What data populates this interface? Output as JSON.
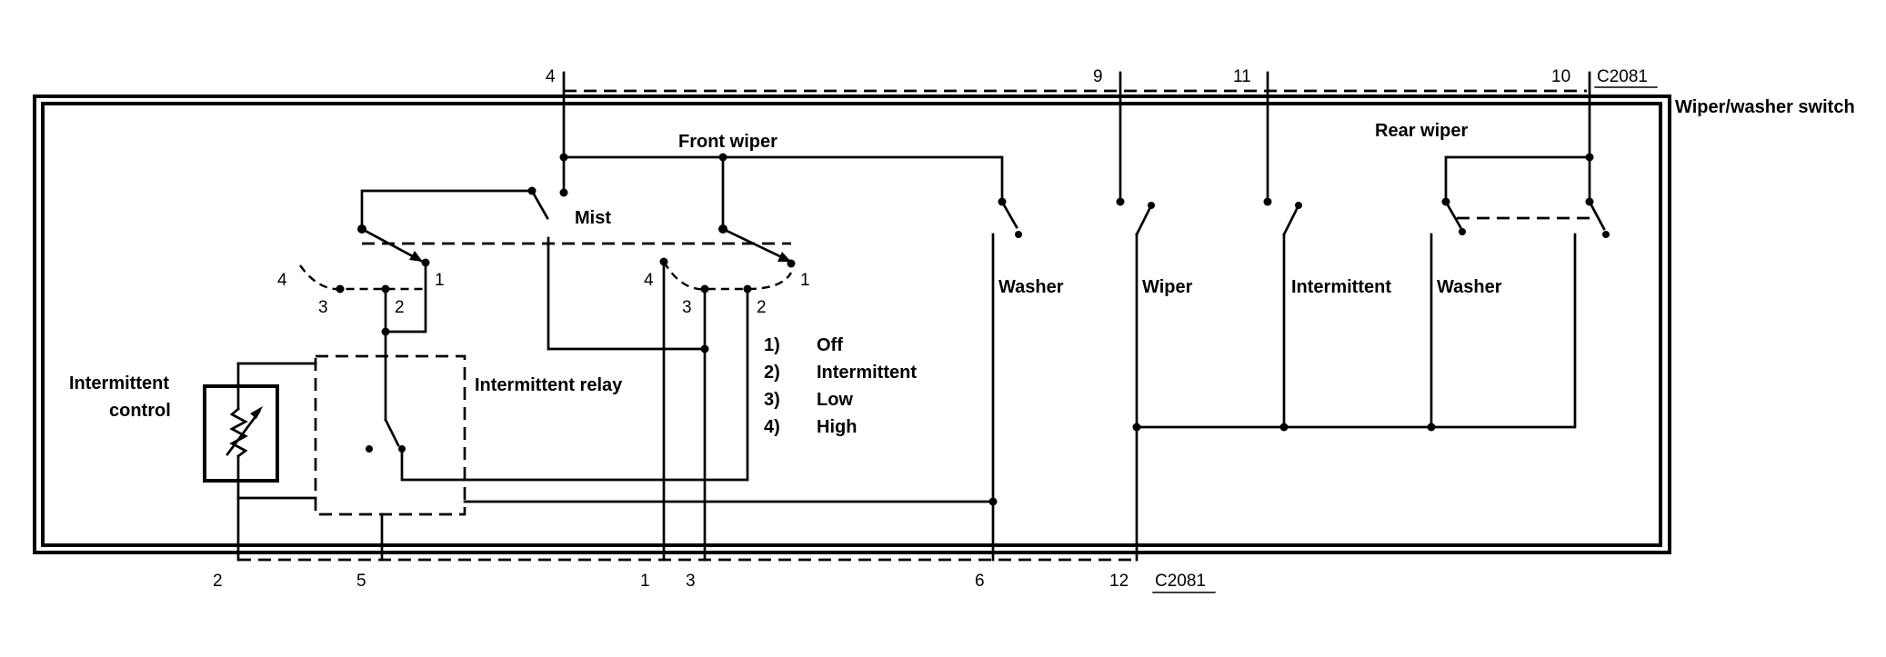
{
  "connector": "C2081",
  "switch_title": "Wiper/washer switch",
  "labels": {
    "front_wiper": "Front wiper",
    "rear_wiper": "Rear wiper",
    "mist": "Mist",
    "washer_front": "Washer",
    "wiper": "Wiper",
    "intermittent": "Intermittent",
    "washer_rear": "Washer",
    "intermittent_relay": "Intermittent relay",
    "intermittent_control_1": "Intermittent",
    "intermittent_control_2": "control"
  },
  "legend": [
    {
      "num": "1)",
      "text": "Off"
    },
    {
      "num": "2)",
      "text": "Intermittent"
    },
    {
      "num": "3)",
      "text": "Low"
    },
    {
      "num": "4)",
      "text": "High"
    }
  ],
  "top_pins": [
    "4",
    "9",
    "11",
    "10"
  ],
  "bottom_pins": [
    "2",
    "5",
    "1",
    "3",
    "6",
    "12"
  ],
  "left_switch_positions": [
    "4",
    "3",
    "2",
    "1"
  ],
  "right_switch_positions": [
    "4",
    "3",
    "2",
    "1"
  ]
}
